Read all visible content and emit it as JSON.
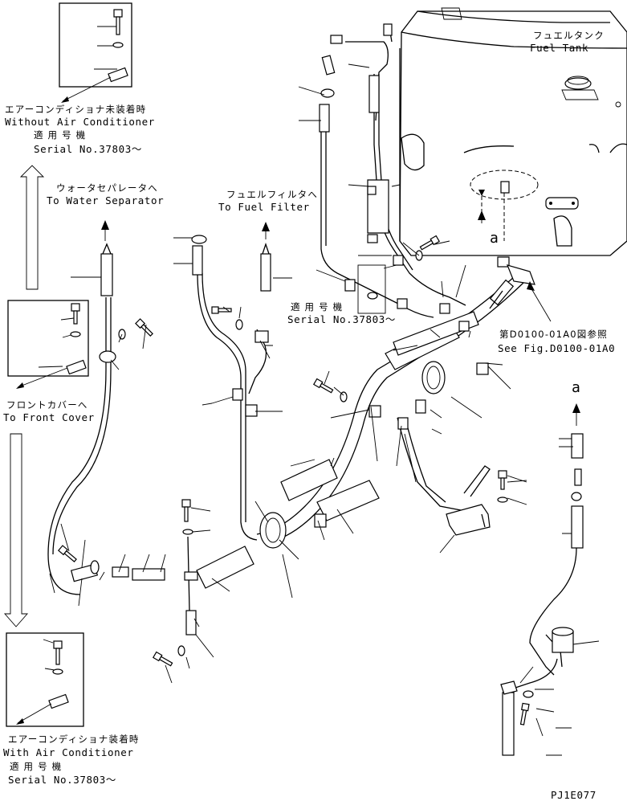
{
  "labels": {
    "fuel_tank_jp": "フュエルタンク",
    "fuel_tank_en": "Fuel Tank",
    "without_ac_jp": "エアーコンディショナ未装着時",
    "without_ac_en": "Without Air Conditioner",
    "serial_top_jp": "適 用 号 機",
    "serial_top_en": "Serial No.37803～",
    "water_sep_jp": "ウォータセパレータへ",
    "water_sep_en": "To Water Separator",
    "fuel_filter_jp": "フュエルフィルタへ",
    "fuel_filter_en": "To Fuel Filter",
    "serial_mid_jp": "適 用 号 機",
    "serial_mid_en": "Serial No.37803～",
    "see_fig_jp": "第D0100-01A0図参照",
    "see_fig_en": "See Fig.D0100-01A0",
    "front_cover_jp": "フロントカバーへ",
    "front_cover_en": "To Front Cover",
    "with_ac_jp": "エアーコンディショナ装着時",
    "with_ac_en": "With Air Conditioner",
    "serial_bot_jp": "適 用 号 機",
    "serial_bot_en": "Serial No.37803～",
    "ref_a_top": "a",
    "ref_a_right": "a",
    "drawing_code": "PJ1E077"
  }
}
